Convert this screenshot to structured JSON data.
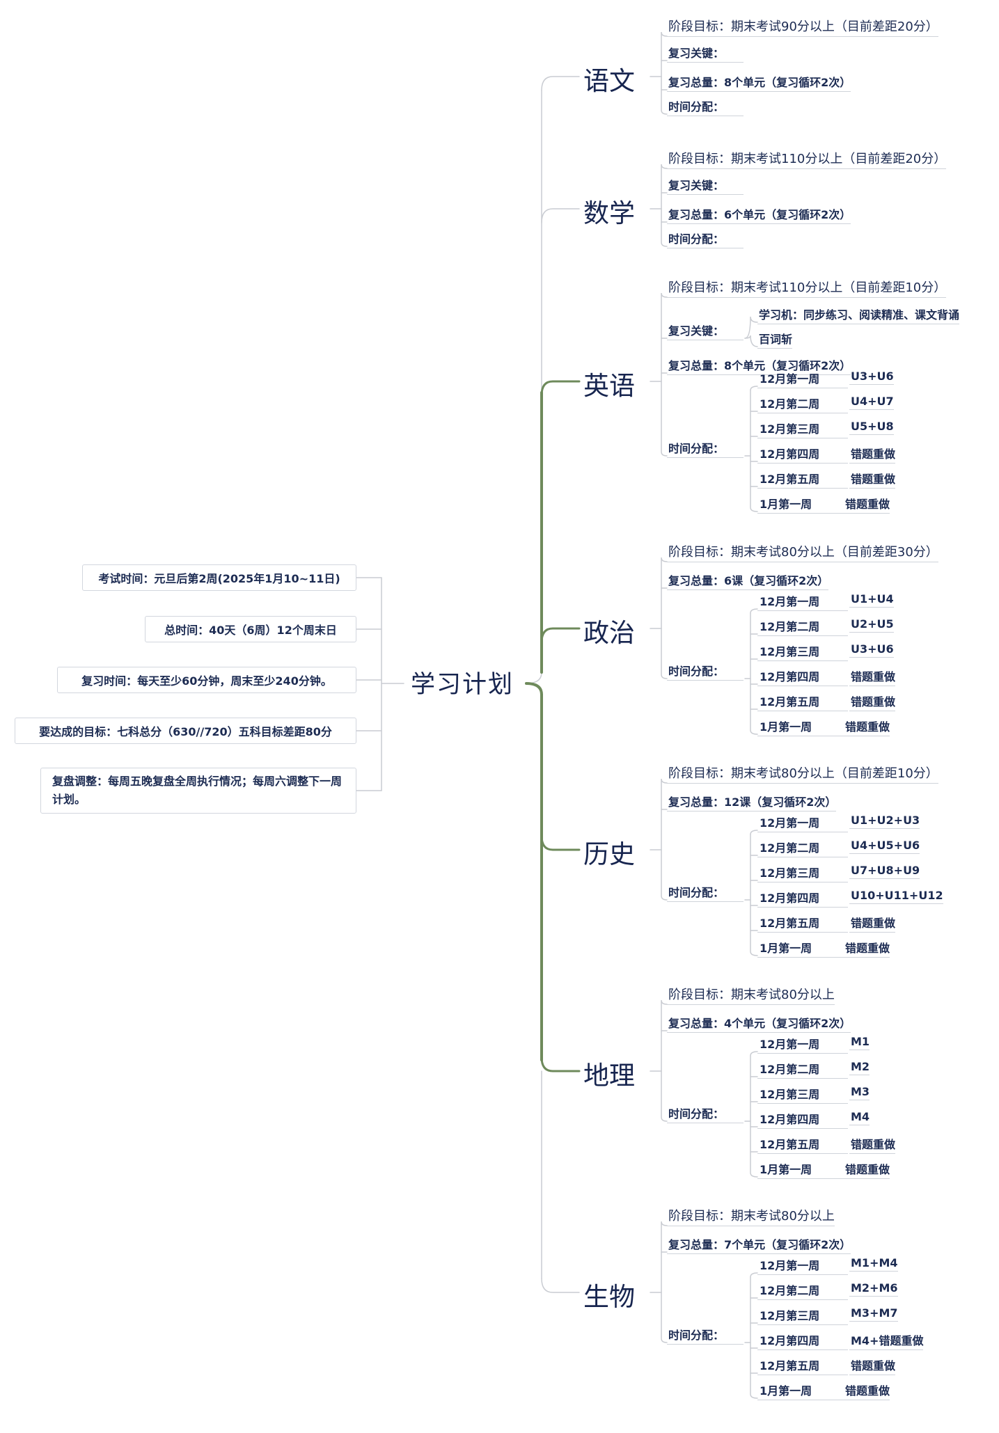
{
  "root": {
    "title": "学习计划"
  },
  "left_notes": [
    "考试时间：元旦后第2周(2025年1月10~11日)",
    "总时间：40天（6周）12个周末日",
    "复习时间：每天至少60分钟，周末至少240分钟。",
    "要达成的目标：七科总分（630//720）五科目标差距80分",
    "复盘调整：每周五晚复盘全周执行情况；每周六调整下一周计划。"
  ],
  "subjects": [
    {
      "name": "语文",
      "goal": "阶段目标：期末考试90分以上（目前差距20分）",
      "key_label": "复习关键：",
      "key_items": [],
      "total": "复习总量：8个单元（复习循环2次）",
      "time_label": "时间分配：",
      "schedule": []
    },
    {
      "name": "数学",
      "goal": "阶段目标：期末考试110分以上（目前差距20分）",
      "key_label": "复习关键：",
      "key_items": [],
      "total": "复习总量：6个单元（复习循环2次）",
      "time_label": "时间分配：",
      "schedule": []
    },
    {
      "name": "英语",
      "goal": "阶段目标：期末考试110分以上（目前差距10分）",
      "key_label": "复习关键：",
      "key_items": [
        "学习机：同步练习、阅读精准、课文背诵",
        "百词斩"
      ],
      "total": "复习总量：8个单元（复习循环2次）",
      "time_label": "时间分配：",
      "schedule": [
        [
          "12月第一周",
          "U3+U6"
        ],
        [
          "12月第二周",
          "U4+U7"
        ],
        [
          "12月第三周",
          "U5+U8"
        ],
        [
          "12月第四周",
          "错题重做"
        ],
        [
          "12月第五周",
          "错题重做"
        ],
        [
          "1月第一周",
          "错题重做"
        ]
      ]
    },
    {
      "name": "政治",
      "goal": "阶段目标：期末考试80分以上（目前差距30分）",
      "total": "复习总量：6课（复习循环2次）",
      "time_label": "时间分配：",
      "schedule": [
        [
          "12月第一周",
          "U1+U4"
        ],
        [
          "12月第二周",
          "U2+U5"
        ],
        [
          "12月第三周",
          "U3+U6"
        ],
        [
          "12月第四周",
          "错题重做"
        ],
        [
          "12月第五周",
          "错题重做"
        ],
        [
          "1月第一周",
          "错题重做"
        ]
      ]
    },
    {
      "name": "历史",
      "goal": "阶段目标：期末考试80分以上（目前差距10分）",
      "total": "复习总量：12课（复习循环2次）",
      "time_label": "时间分配：",
      "schedule": [
        [
          "12月第一周",
          "U1+U2+U3"
        ],
        [
          "12月第二周",
          "U4+U5+U6"
        ],
        [
          "12月第三周",
          "U7+U8+U9"
        ],
        [
          "12月第四周",
          "U10+U11+U12"
        ],
        [
          "12月第五周",
          "错题重做"
        ],
        [
          "1月第一周",
          "错题重做"
        ]
      ]
    },
    {
      "name": "地理",
      "goal": "阶段目标：期末考试80分以上",
      "total": "复习总量：4个单元（复习循环2次）",
      "time_label": "时间分配：",
      "schedule": [
        [
          "12月第一周",
          "M1"
        ],
        [
          "12月第二周",
          "M2"
        ],
        [
          "12月第三周",
          "M3"
        ],
        [
          "12月第四周",
          "M4"
        ],
        [
          "12月第五周",
          "错题重做"
        ],
        [
          "1月第一周",
          "错题重做"
        ]
      ]
    },
    {
      "name": "生物",
      "goal": "阶段目标：期末考试80分以上",
      "total": "复习总量：7个单元（复习循环2次）",
      "time_label": "时间分配：",
      "schedule": [
        [
          "12月第一周",
          "M1+M4"
        ],
        [
          "12月第二周",
          "M2+M6"
        ],
        [
          "12月第三周",
          "M3+M7"
        ],
        [
          "12月第四周",
          "M4+错题重做"
        ],
        [
          "12月第五周",
          "错题重做"
        ],
        [
          "1月第一周",
          "错题重做"
        ]
      ]
    }
  ],
  "colors": {
    "trunk": "#6e8a5b",
    "branch": "#c9ccd2",
    "text": "#17254f",
    "underline": "#cfd3da"
  }
}
